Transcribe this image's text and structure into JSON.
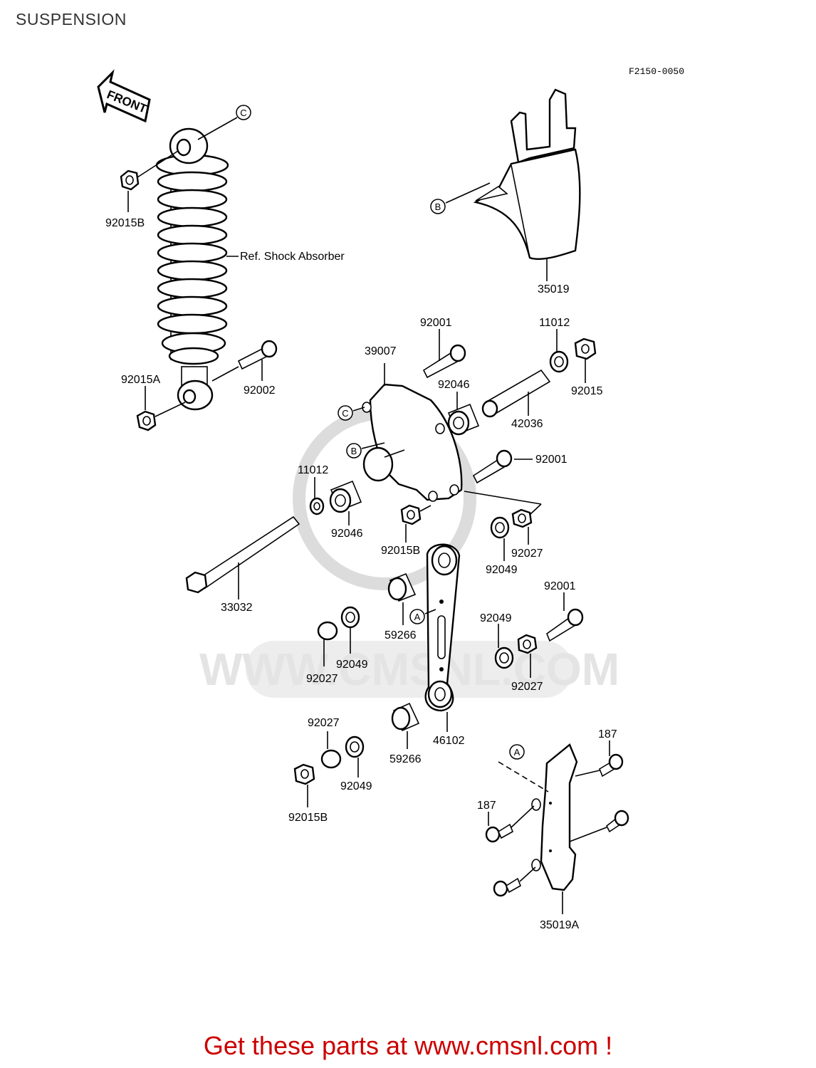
{
  "header": {
    "title": "SUSPENSION",
    "ref_code": "F2150-0050"
  },
  "direction": {
    "front_label": "FRONT"
  },
  "callouts": {
    "a": "A",
    "b": "B",
    "c": "C"
  },
  "parts": {
    "p92015B_top": "92015B",
    "ref_shock": "Ref. Shock Absorber",
    "p92015A": "92015A",
    "p92002": "92002",
    "p35019": "35019",
    "p92001_top": "92001",
    "p11012_right": "11012",
    "p39007": "39007",
    "p92046_top": "92046",
    "p92015": "92015",
    "p42036": "42036",
    "p92001_mid": "92001",
    "p11012_left": "11012",
    "p92046_left": "92046",
    "p92015B_mid": "92015B",
    "p92027_top": "92027",
    "p92049_top": "92049",
    "p33032": "33032",
    "p92001_low": "92001",
    "p92049_right": "92049",
    "p59266_top": "59266",
    "p92027_left": "92027",
    "p92049_left": "92049",
    "p92027_right": "92027",
    "p92027_low": "92027",
    "p59266_low": "59266",
    "p46102": "46102",
    "p92049_low": "92049",
    "p92015B_low": "92015B",
    "p187_top": "187",
    "p187_left": "187",
    "p35019A": "35019A"
  },
  "watermark": {
    "text": "WWW.CMSNL.COM"
  },
  "footer": {
    "promo": "Get these parts at www.cmsnl.com !"
  }
}
